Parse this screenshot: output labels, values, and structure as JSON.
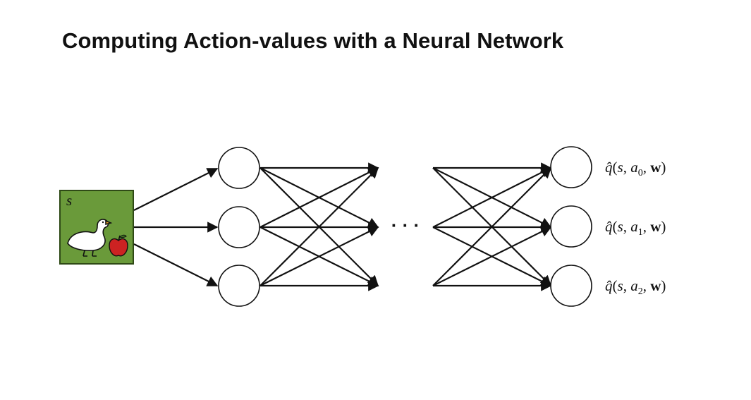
{
  "slide": {
    "title": "Computing Action-values with a Neural Network"
  },
  "input": {
    "state_label": "s",
    "icon": "duck-and-apple-icon",
    "background_color": "#6a9a3a"
  },
  "hidden": {
    "ellipsis": "· · ·"
  },
  "outputs": [
    {
      "func": "q̂",
      "state": "s",
      "action": "a",
      "index": "0",
      "weights": "w"
    },
    {
      "func": "q̂",
      "state": "s",
      "action": "a",
      "index": "1",
      "weights": "w"
    },
    {
      "func": "q̂",
      "state": "s",
      "action": "a",
      "index": "2",
      "weights": "w"
    }
  ]
}
